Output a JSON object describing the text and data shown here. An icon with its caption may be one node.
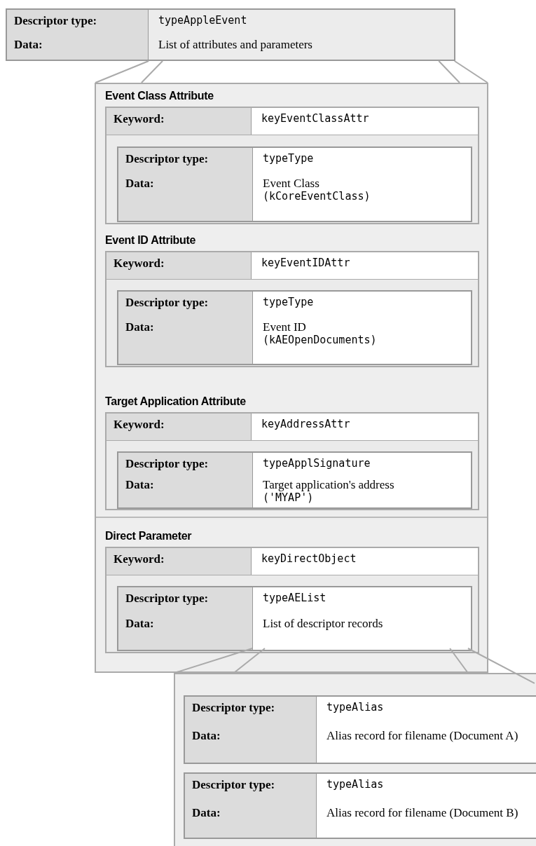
{
  "diagram": {
    "nodes": [
      {
        "text": [
          "Descriptor type:",
          "typeAppleEvent",
          "Data:",
          "List of attributes and parameters"
        ]
      },
      {
        "text": [],
        "shape": "box"
      },
      {
        "text": [
          "Event Class Attribute",
          "Keyword:",
          "keyEventClassAttr"
        ],
        "in": 1
      },
      {
        "text": [
          "Descriptor type:",
          "typeType",
          "Data:",
          "Event Class",
          "(kCoreEventClass)"
        ],
        "in": 2
      },
      {
        "text": [
          "Event ID Attribute",
          "Keyword:",
          "keyEventIDAttr"
        ],
        "in": 1
      },
      {
        "text": [
          "Descriptor type:",
          "typeType",
          "Data:",
          "Event ID",
          "(kAEOpenDocuments)"
        ],
        "in": 4
      },
      {
        "text": [
          "Target Application Attribute",
          "Keyword:",
          "keyAddressAttr"
        ],
        "in": 1
      },
      {
        "text": [
          "Descriptor type:",
          "typeApplSignature",
          "Data:",
          "Target application's address",
          "('MYAP')"
        ],
        "in": 6
      },
      {
        "text": [
          "Direct Parameter",
          "Keyword:",
          "keyDirectObject"
        ],
        "in": 1
      },
      {
        "text": [
          "Descriptor type:",
          "typeAEList",
          "Data:",
          "List of descriptor records"
        ],
        "in": 8
      },
      {
        "text": [],
        "shape": "box"
      },
      {
        "text": [
          "Descriptor type:",
          "typeAlias",
          "Data:",
          "Alias record for filename (Document A)"
        ],
        "in": 10
      },
      {
        "text": [
          "Descriptor type:",
          "typeAlias",
          "Data:",
          "Alias record for filename (Document B)"
        ],
        "in": 10
      }
    ],
    "edges": [
      {
        "from": 0,
        "to": 1,
        "arrow": "none"
      },
      {
        "from": 0,
        "to": 1,
        "arrow": "none"
      },
      {
        "from": 0,
        "to": 1,
        "arrow": "none"
      },
      {
        "from": 0,
        "to": 1,
        "arrow": "none"
      },
      {
        "from": 9,
        "to": 10,
        "arrow": "none"
      },
      {
        "from": 9,
        "to": 10,
        "arrow": "none"
      },
      {
        "from": 9,
        "to": 10,
        "arrow": "none"
      },
      {
        "from": 9,
        "to": 10,
        "arrow": "none"
      }
    ]
  }
}
